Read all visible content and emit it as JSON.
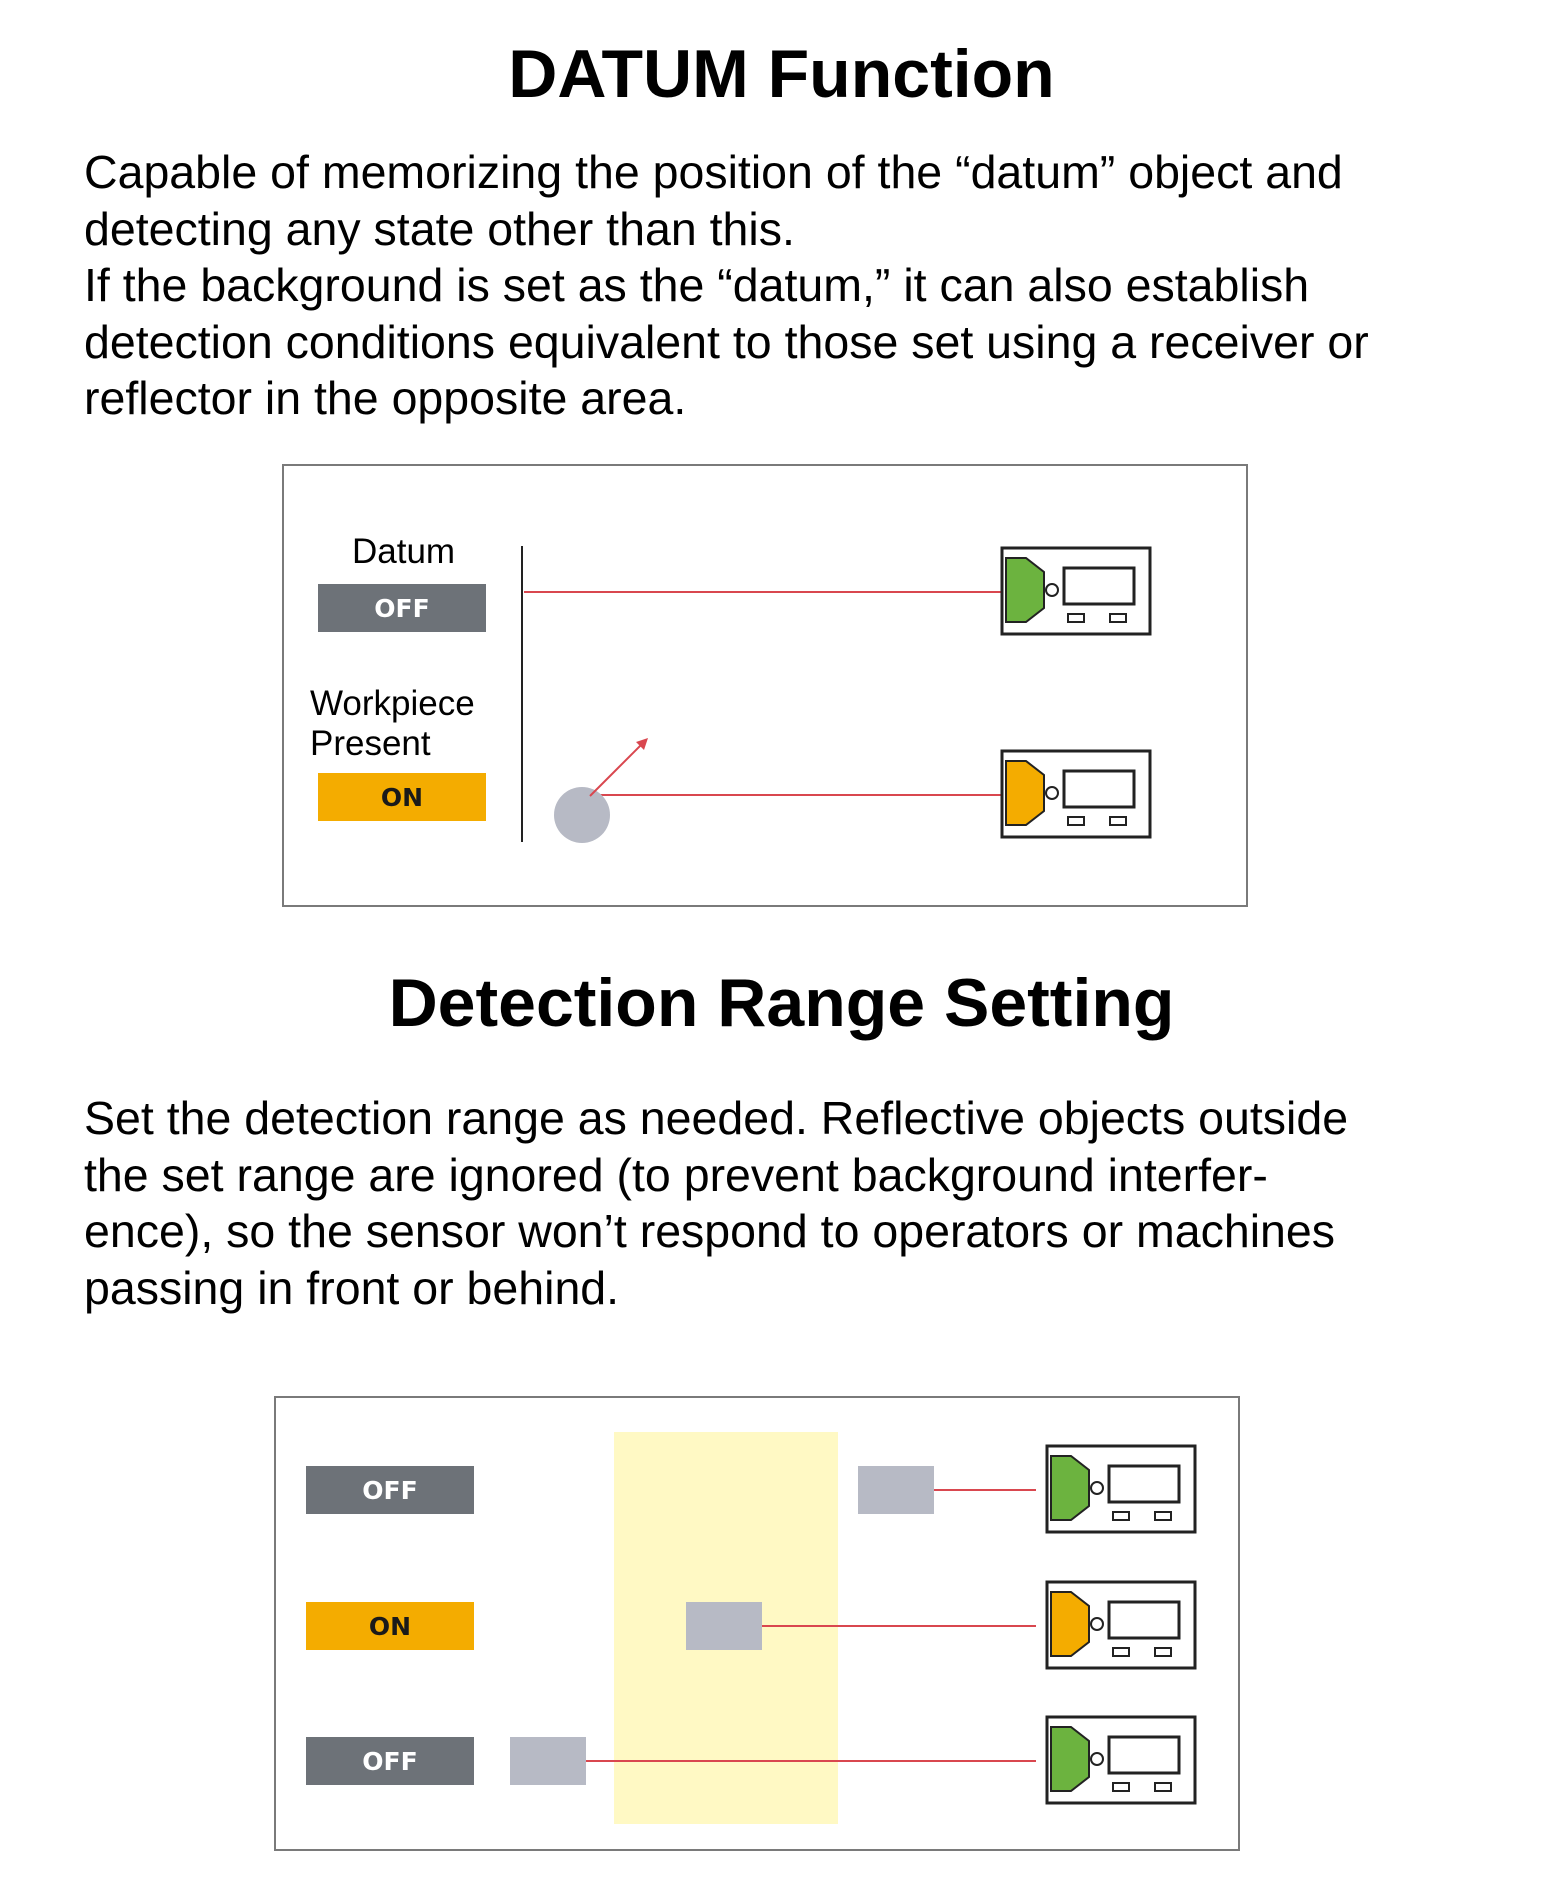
{
  "section1": {
    "title": "DATUM Function",
    "text": "Capable of memorizing the position of the “datum” object and\ndetecting any state other than this.\nIf the background is set as the “datum,” it can also establish\ndetection conditions equivalent to those set using a receiver or\nreflector in the opposite area."
  },
  "diagram1": {
    "row1": {
      "label": "Datum",
      "state": "OFF"
    },
    "row2": {
      "label": "Workpiece\nPresent",
      "state": "ON"
    }
  },
  "section2": {
    "title": "Detection Range Setting",
    "text": "Set the detection range as needed. Reflective objects outside\nthe set range are ignored (to prevent background interfer-\nence), so the sensor won’t respond to operators or machines\npassing in front or behind."
  },
  "diagram2": {
    "rows": [
      {
        "state": "OFF"
      },
      {
        "state": "ON"
      },
      {
        "state": "OFF"
      }
    ]
  },
  "colors": {
    "off_badge": "#6d7278",
    "on_badge": "#f4ac00",
    "beam": "#d9474f",
    "sensor_off_led": "#6cb33f",
    "sensor_on_led": "#f4ac00",
    "range_zone": "#fff9c4",
    "object": "#b7bac5"
  },
  "icons": [
    "sensor-icon",
    "arrow-icon",
    "workpiece-circle-icon"
  ]
}
